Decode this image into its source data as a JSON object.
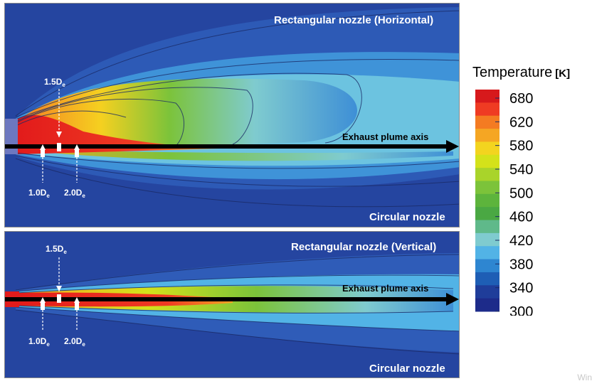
{
  "top_panel": {
    "title": "Rectangular nozzle (Horizontal)",
    "bottom_label": "Circular nozzle",
    "axis_label": "Exhaust plume axis",
    "marker_15": "1.5D",
    "marker_10": "1.0D",
    "marker_20": "2.0D",
    "subscript": "e"
  },
  "bottom_panel": {
    "title": "Rectangular nozzle (Vertical)",
    "bottom_label": "Circular nozzle",
    "axis_label": "Exhaust plume axis",
    "marker_15": "1.5D",
    "marker_10": "1.0D",
    "marker_20": "2.0D",
    "subscript": "e"
  },
  "legend": {
    "title": "Temperature",
    "unit": "[K]",
    "ticks": [
      "680",
      "620",
      "580",
      "540",
      "500",
      "460",
      "420",
      "380",
      "340",
      "300"
    ],
    "colors": [
      "#d7191c",
      "#ef3b23",
      "#f47b22",
      "#f5a623",
      "#f3d41f",
      "#d4e21a",
      "#a9d42a",
      "#7cc33a",
      "#5db43c",
      "#4aa843",
      "#5fb98a",
      "#7fcbcf",
      "#52b3e6",
      "#2e86d1",
      "#1e5eb5",
      "#1f3d9a",
      "#1d2b8a"
    ]
  },
  "colors": {
    "background": "#2545a0",
    "hot": "#e21b1b",
    "arrow": "#000000"
  },
  "watermark": "Win"
}
